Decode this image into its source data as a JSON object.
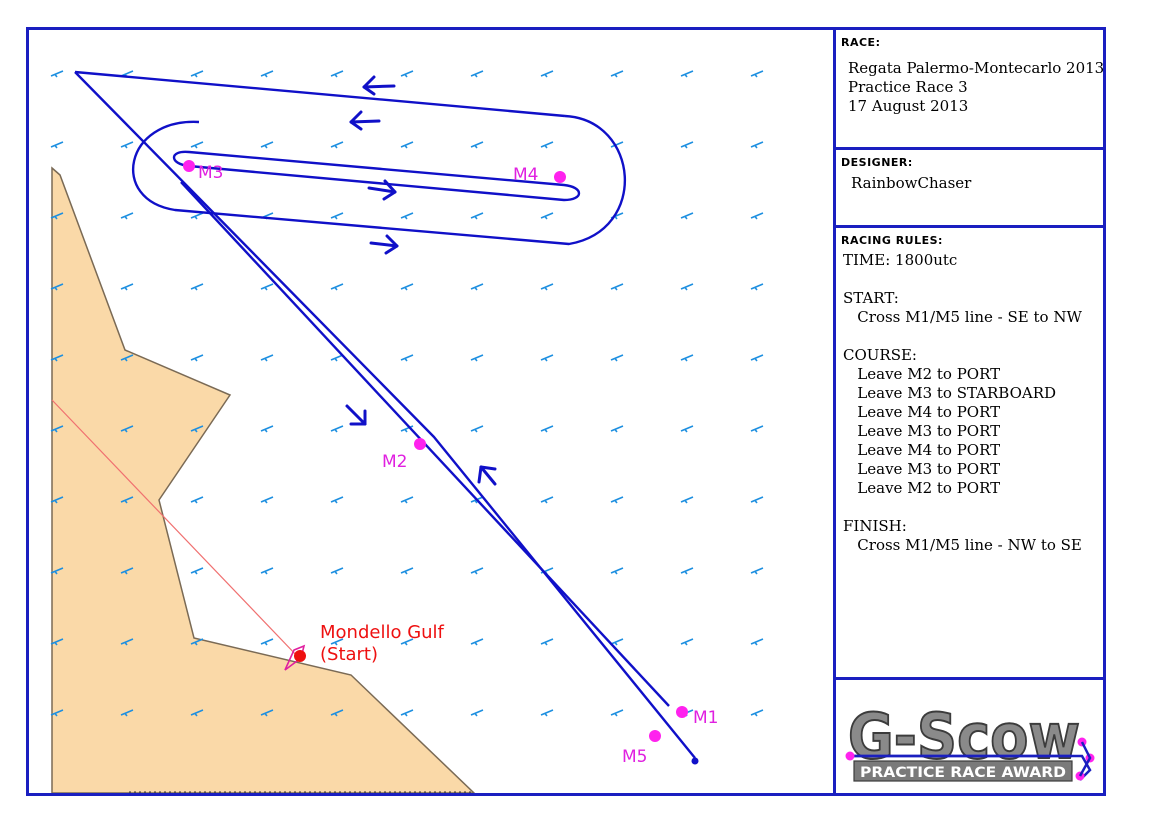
{
  "race": {
    "heading": "RACE:",
    "lines": [
      "Regata Palermo-Montecarlo 2013",
      "Practice Race 3",
      "17 August 2013"
    ]
  },
  "designer": {
    "heading": "DESIGNER:",
    "name": "RainbowChaser"
  },
  "rules": {
    "heading": "RACING RULES:",
    "lines": [
      "TIME: 1800utc",
      "",
      "START:",
      "   Cross M1/M5 line - SE to NW",
      "",
      "COURSE:",
      "   Leave M2 to PORT",
      "   Leave M3 to STARBOARD",
      "   Leave M4 to PORT",
      "   Leave M3 to PORT",
      "   Leave M4 to PORT",
      "   Leave M3 to PORT",
      "   Leave M2 to PORT",
      "",
      "FINISH:",
      "   Cross M1/M5 line - NW to SE"
    ]
  },
  "map": {
    "marks": {
      "m1": "M1",
      "m2": "M2",
      "m3": "M3",
      "m4": "M4",
      "m5": "M5"
    },
    "start_place": {
      "line1": "Mondello Gulf",
      "line2": "(Start)"
    }
  },
  "logo": {
    "title": "G-Scow",
    "subtitle": "PRACTICE RACE AWARD"
  },
  "colors": {
    "border": "#1a1fc0",
    "course": "#1010c8",
    "mark": "#ff22ee",
    "land": "#fad9a8",
    "coast": "#7a6a55",
    "wind": "#1d8fe0",
    "start": "#ee1010"
  }
}
